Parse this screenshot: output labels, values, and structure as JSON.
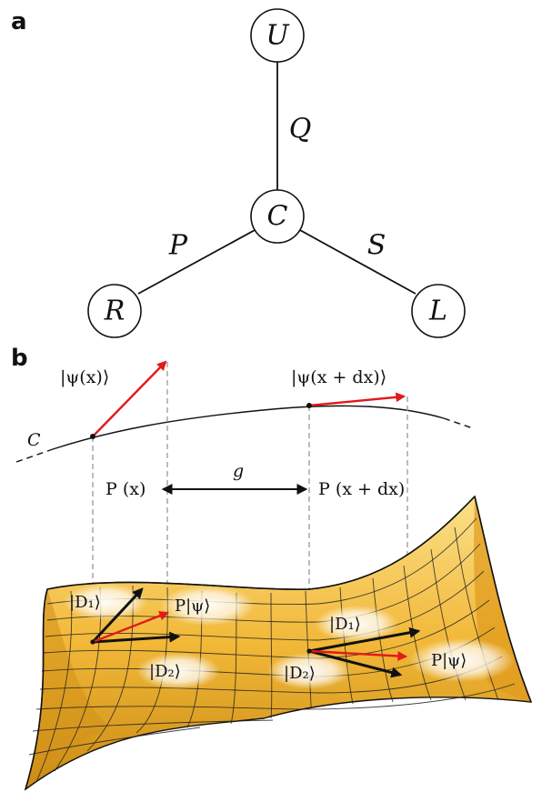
{
  "panels": {
    "a": {
      "label": "a"
    },
    "b": {
      "label": "b"
    }
  },
  "graph": {
    "nodes": [
      {
        "id": "U",
        "label": "U"
      },
      {
        "id": "C",
        "label": "C"
      },
      {
        "id": "R",
        "label": "R"
      },
      {
        "id": "L",
        "label": "L"
      }
    ],
    "edges": [
      {
        "from": "C",
        "to": "U",
        "label": "Q"
      },
      {
        "from": "C",
        "to": "R",
        "label": "P"
      },
      {
        "from": "C",
        "to": "L",
        "label": "S"
      }
    ]
  },
  "curve": {
    "name": "C",
    "state_left": "|ψ(x)⟩",
    "state_right": "|ψ(x + dx)⟩",
    "point_left": "P (x)",
    "point_right": "P (x + dx)",
    "metric": "g"
  },
  "surface": {
    "left": {
      "d1": "|D₁⟩",
      "d2": "|D₂⟩",
      "projection": "P|ψ⟩"
    },
    "right": {
      "d1": "|D₁⟩",
      "d2": "|D₂⟩",
      "projection": "P|ψ⟩"
    },
    "color_top": "#fbe08a",
    "color_mid": "#f2b838",
    "color_dark": "#c98a12"
  },
  "colors": {
    "red_vector": "#e21a1a",
    "black_vector": "#111111"
  }
}
